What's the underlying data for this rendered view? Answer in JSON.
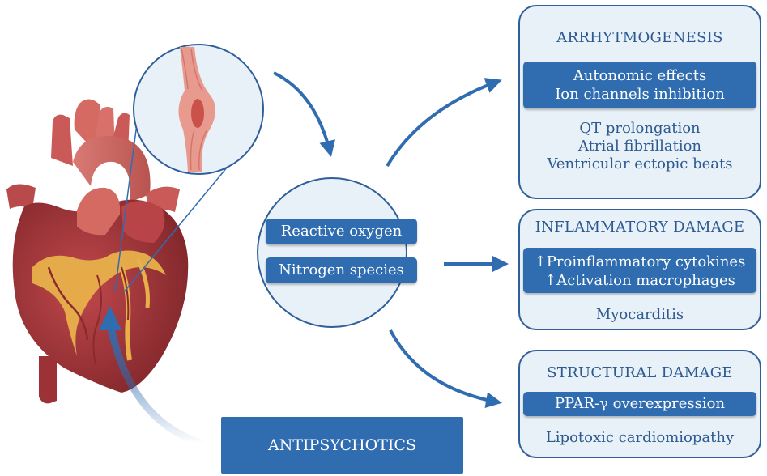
{
  "center": {
    "pill_top": "Reactive oxygen",
    "pill_bottom": "Nitrogen species"
  },
  "antipsychotics": "ANTIPSYCHOTICS",
  "panels": {
    "arrhythmogenesis": {
      "title": "ARRHYTMOGENESIS",
      "band": [
        "Autonomic effects",
        "Ion channels inhibition"
      ],
      "items": [
        "QT prolongation",
        "Atrial fibrillation",
        "Ventricular ectopic beats"
      ]
    },
    "inflammatory": {
      "title": "INFLAMMATORY DAMAGE",
      "band": [
        "↑Proinflammatory cytokines",
        "↑Activation macrophages"
      ],
      "items": [
        "Myocarditis"
      ]
    },
    "structural": {
      "title": "STRUCTURAL DAMAGE",
      "band": [
        "PPAR-γ overexpression"
      ],
      "items": [
        "Lipotoxic cardiomiopathy"
      ]
    }
  },
  "colors": {
    "accent": "#2f6cb0",
    "panel_border": "#2f5f9a",
    "panel_fill": "#e8f0f8",
    "text": "#2c5a91",
    "heart_red": "#a63a3e",
    "heart_yellow": "#e8b04a"
  }
}
